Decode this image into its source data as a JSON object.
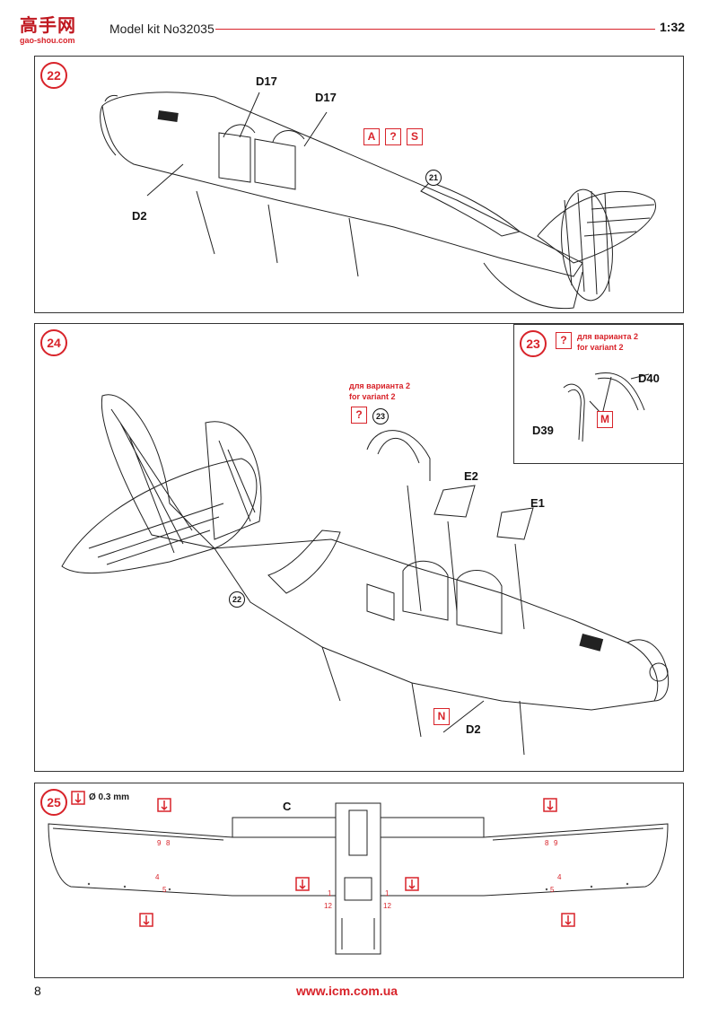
{
  "header": {
    "brand_title": "高手网",
    "brand_url": "gao-shou.com",
    "kit_label": "Model kit No32035",
    "scale": "1:32"
  },
  "step22": {
    "number": "22",
    "parts": [
      "D17",
      "D17",
      "D2"
    ],
    "ref": "21",
    "option_boxes": [
      "A",
      "?",
      "S"
    ]
  },
  "step24": {
    "number": "24",
    "variant_text_ru": "для варианта 2",
    "variant_text_en": "for variant 2",
    "question_box": "?",
    "ref_23": "23",
    "ref_22": "22",
    "parts": [
      "E2",
      "E1",
      "D2"
    ],
    "box_n": "N"
  },
  "step23": {
    "number": "23",
    "question_box": "?",
    "variant_text_ru": "для варианта 2",
    "variant_text_en": "for variant 2",
    "parts": [
      "D40",
      "D39"
    ],
    "box_m": "M"
  },
  "step25": {
    "number": "25",
    "drill_size": "Ø 0.3 mm",
    "part_c": "C",
    "drill_numbers": {
      "left_tip": [
        "9",
        "8"
      ],
      "right_tip": [
        "8",
        "9"
      ],
      "left_mid": [
        "4",
        "5"
      ],
      "right_mid": [
        "4",
        "5"
      ],
      "center_left": [
        "1",
        "12"
      ],
      "center_right": [
        "1",
        "12"
      ]
    }
  },
  "footer": {
    "page_number": "8",
    "url": "www.icm.com.ua"
  },
  "colors": {
    "accent": "#d8232a",
    "line": "#333333"
  }
}
